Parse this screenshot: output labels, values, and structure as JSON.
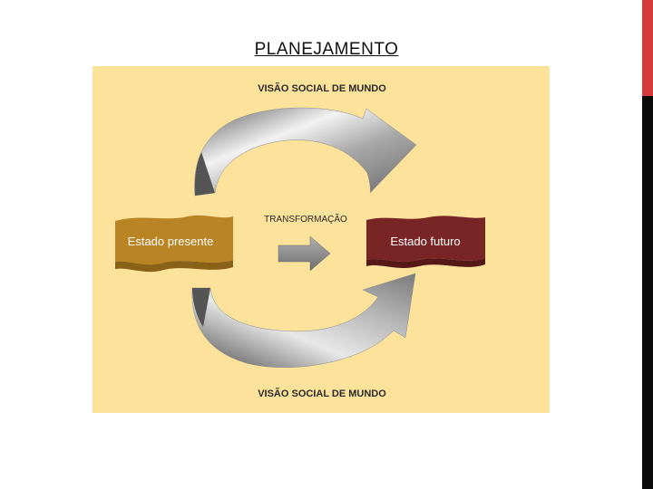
{
  "slide": {
    "title": "PLANEJAMENTO",
    "accent_color": "#d43b3b",
    "bar_color": "#0b0b0b"
  },
  "diagram": {
    "background": "#fde29b",
    "top_label": "VISÃO SOCIAL DE MUNDO",
    "bottom_label": "VISÃO SOCIAL DE MUNDO",
    "center_label": "TRANSFORMAÇÃO",
    "present_state": {
      "label": "Estado presente",
      "color": "#b88424"
    },
    "future_state": {
      "label": "Estado futuro",
      "color": "#7a2525"
    }
  }
}
